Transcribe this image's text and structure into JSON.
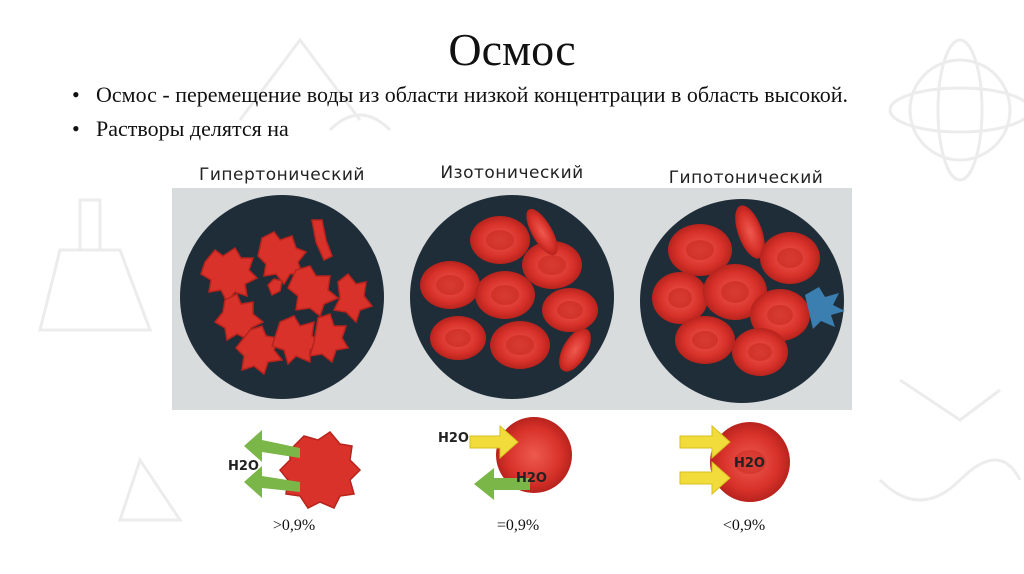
{
  "slide": {
    "title": "Осмос",
    "bullets": [
      "Осмос - перемещение воды из области низкой концентрации в область высокой.",
      "Растворы делятся на"
    ]
  },
  "figure": {
    "columns": [
      {
        "label": "Гипертонический",
        "percent": ">0,9%"
      },
      {
        "label": "Изотонический",
        "percent": "=0,9%"
      },
      {
        "label": "Гипотонический",
        "percent": "<0,9%"
      }
    ],
    "h2o": "H2O",
    "colors": {
      "panel": "#d9dcdd",
      "disc": "#1f2d38",
      "cell": "#d8322a",
      "cell_dark": "#b8231d",
      "cell_center": "#e8524a",
      "arrow_green": "#7ab648",
      "arrow_yellow": "#f2dc3b",
      "burst_blue": "#3b7fb0"
    }
  }
}
